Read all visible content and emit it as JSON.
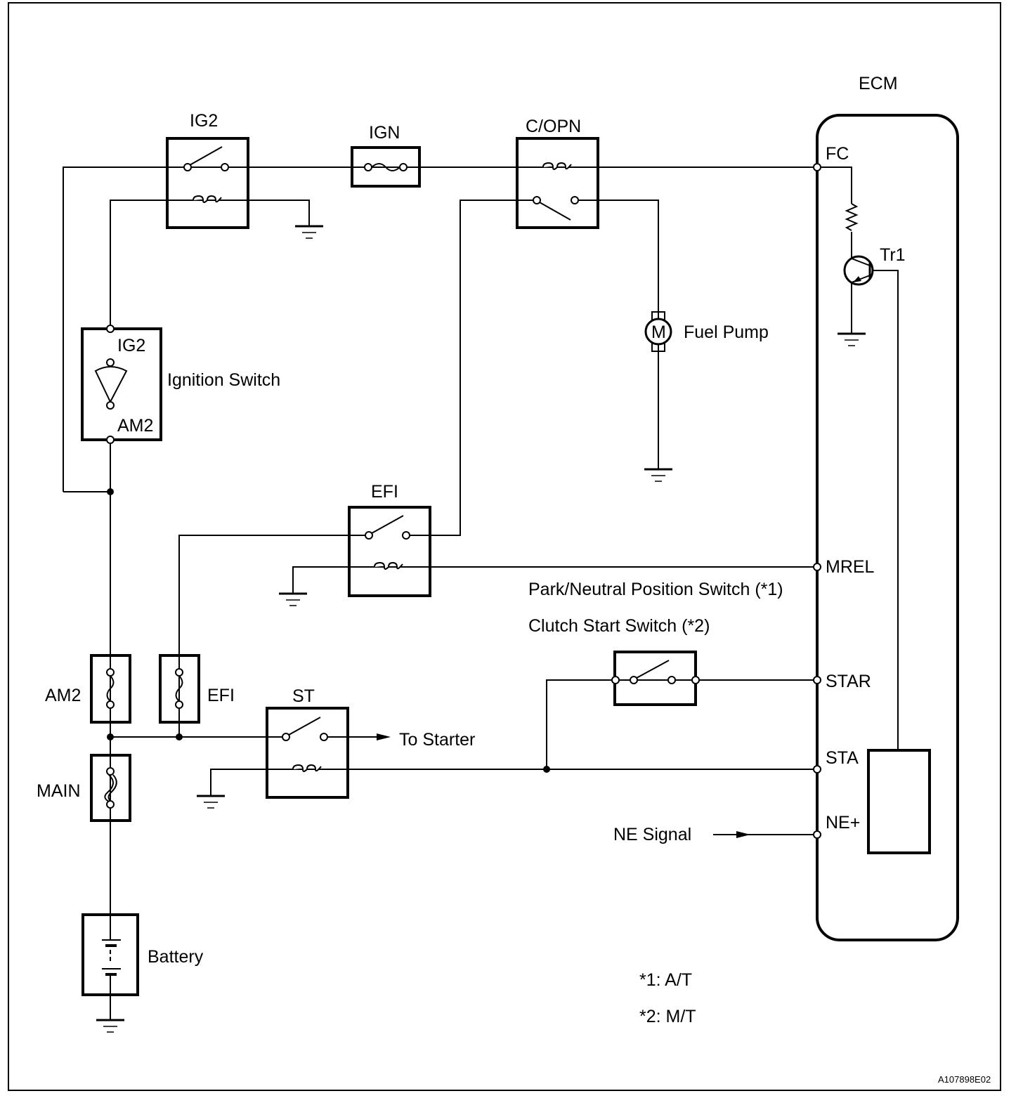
{
  "ecm": {
    "title": "ECM",
    "pins": {
      "fc": "FC",
      "mrel": "MREL",
      "star": "STAR",
      "sta": "STA",
      "ne": "NE+"
    },
    "transistor": "Tr1"
  },
  "relays": {
    "ig2": "IG2",
    "c_opn": "C/OPN",
    "efi": "EFI",
    "st": "ST"
  },
  "fuses": {
    "ign": "IGN",
    "am2": "AM2",
    "efi": "EFI",
    "main": "MAIN"
  },
  "ignition_switch": {
    "label": "Ignition Switch",
    "terminal_top": "IG2",
    "terminal_bottom": "AM2"
  },
  "fuel_pump": {
    "label": "Fuel Pump",
    "motor_symbol": "M"
  },
  "battery": {
    "label": "Battery"
  },
  "to_starter": "To Starter",
  "pn_switch": {
    "label_1": "Park/Neutral Position Switch (*1)",
    "label_2": "Clutch Start Switch (*2)"
  },
  "ne_signal": "NE Signal",
  "notes": [
    "*1: A/T",
    "*2: M/T"
  ],
  "figure_id": "A107898E02"
}
